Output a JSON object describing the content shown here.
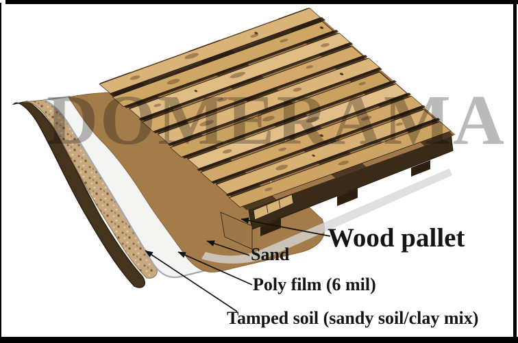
{
  "diagram": {
    "watermark": "DOMERAMA",
    "labels": {
      "wood_pallet": "Wood pallet",
      "sand": "Sand",
      "poly_film": "Poly film (6 mil)",
      "tamped_soil": "Tamped soil (sandy soil/clay mix)"
    },
    "colors": {
      "sand": "#a37c4a",
      "poly_film": "#f4f4f2",
      "poly_film_edge": "#a3a9af",
      "tamped_soil": "#c8a87e",
      "dark_soil": "#46331e",
      "wood_light": "#dcb67b",
      "wood_dark": "#4e3921",
      "pallet_outline": "#241a0e",
      "shadow": "#d7d7d7",
      "watermark": "#a0a0a0",
      "label_text": "#141414",
      "frame": "#000000"
    }
  }
}
